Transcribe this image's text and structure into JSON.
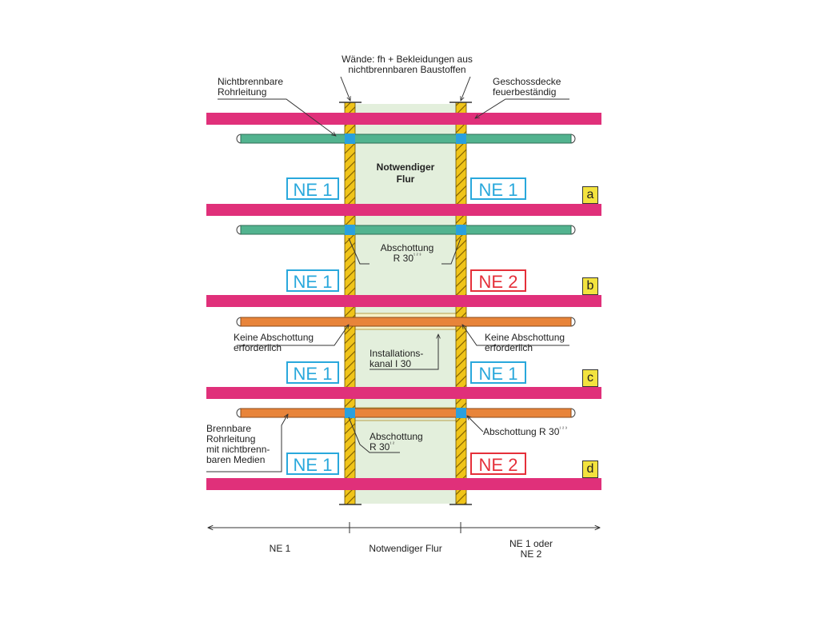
{
  "top_labels": {
    "walls": [
      "Wände: fh + Bekleidungen aus",
      "nichtbrennbaren Baustoffen"
    ],
    "pipe_noncombustible": [
      "Nichtbrennbare",
      "Rohrleitung"
    ],
    "ceiling": [
      "Geschossdecke",
      "feuerbeständig"
    ]
  },
  "corridor_label": [
    "Notwendiger",
    "Flur"
  ],
  "rows": [
    {
      "tag": "a",
      "left_ne": "NE 1",
      "right_ne": "NE 1"
    },
    {
      "tag": "b",
      "left_ne": "NE 1",
      "right_ne": "NE 2",
      "corridor_note": "Abschottung",
      "corridor_note2": "R 30",
      "corridor_sup": "¹ ² ³"
    },
    {
      "tag": "c",
      "left_ne": "NE 1",
      "right_ne": "NE 1",
      "left_note": [
        "Keine Abschottung",
        "erforderlich"
      ],
      "right_note": [
        "Keine Abschottung",
        "erforderlich"
      ],
      "corridor_note": "Installations-",
      "corridor_note2": "kanal  I 30"
    },
    {
      "tag": "d",
      "left_ne": "NE 1",
      "right_ne": "NE 2",
      "left_note": [
        "Brennbare",
        "Rohrleitung",
        "mit nichtbrenn-",
        "baren Medien"
      ],
      "right_note": "Abschottung R 30",
      "right_sup": "¹ ² ³",
      "corridor_note": "Abschottung",
      "corridor_note2": "R 30",
      "corridor_sup": "¹ ²"
    }
  ],
  "bottom_axis": {
    "left": "NE 1",
    "middle": "Notwendiger Flur",
    "right": [
      "NE 1 oder",
      "NE 2"
    ]
  },
  "colors": {
    "slab": "#e0307a",
    "pipe_green": "#52b38f",
    "pipe_orange": "#e8843a",
    "wall": "#f0c419",
    "corridor": "#e3efdc",
    "seal": "#2aa0de",
    "ne1": "#29a8dc",
    "ne2": "#e5303a",
    "tag_bg": "#f3e33e"
  }
}
